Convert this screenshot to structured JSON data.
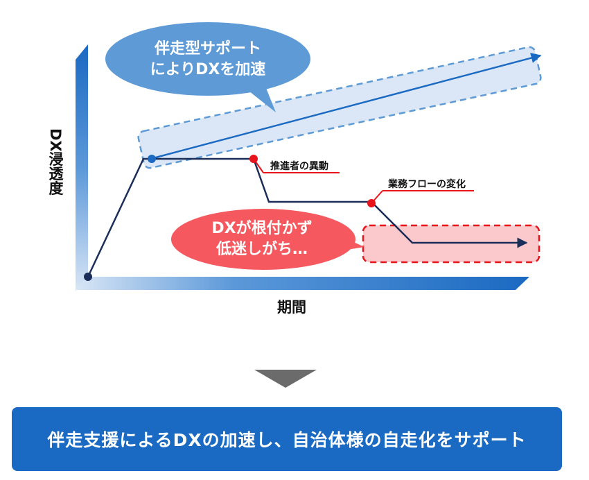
{
  "axes": {
    "y_label": "DX浸透度",
    "x_label": "期間"
  },
  "callouts": {
    "positive_line1": "伴走型サポート",
    "positive_line2": "によりDXを加速",
    "negative_line1": "DXが根付かず",
    "negative_line2": "低迷しがち…"
  },
  "events": {
    "event1": "推進者の異動",
    "event2": "業務フローの変化"
  },
  "conclusion": "伴走支援によるDXの加速し、自治体様の自走化をサポート",
  "colors": {
    "primary_blue": "#1a69c2",
    "light_blue": "#5d9ad6",
    "red_accent": "#e8131b",
    "pink_callout": "#f5585e",
    "navy_line": "#1b2e5a",
    "gray_arrow": "#6b6b6b"
  }
}
